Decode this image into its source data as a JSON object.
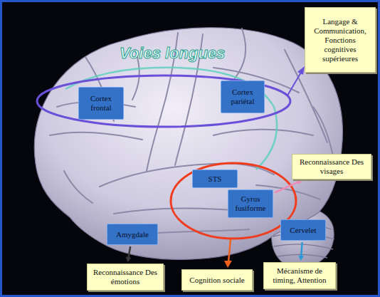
{
  "diagram": {
    "nodes": [
      {
        "text": [
          "Langage & Communication, Fonctions cognitives supérieures"
        ]
      },
      {
        "text": [
          "Cortex frontal"
        ]
      },
      {
        "text": [
          "Cortex pariétal"
        ]
      },
      {
        "text": [
          "STS"
        ]
      },
      {
        "text": [
          "Reconnaissance Des visages"
        ]
      },
      {
        "text": [
          "Gyrus fusiforme"
        ]
      },
      {
        "text": [
          "Amygdale"
        ]
      },
      {
        "text": [
          "Cervelet"
        ]
      },
      {
        "text": [
          "Reconnaissance Des émotions"
        ]
      },
      {
        "text": [
          "Cognition sociale"
        ]
      },
      {
        "text": [
          "Mécanisme de timing, Attention"
        ]
      }
    ],
    "edges": [
      {
        "from": 5,
        "to": 4,
        "arrow": "to"
      },
      {
        "from": 6,
        "to": 8,
        "arrow": "to"
      },
      {
        "from": 7,
        "to": 10,
        "arrow": "to"
      }
    ],
    "labels": [
      "Voies longues"
    ]
  }
}
